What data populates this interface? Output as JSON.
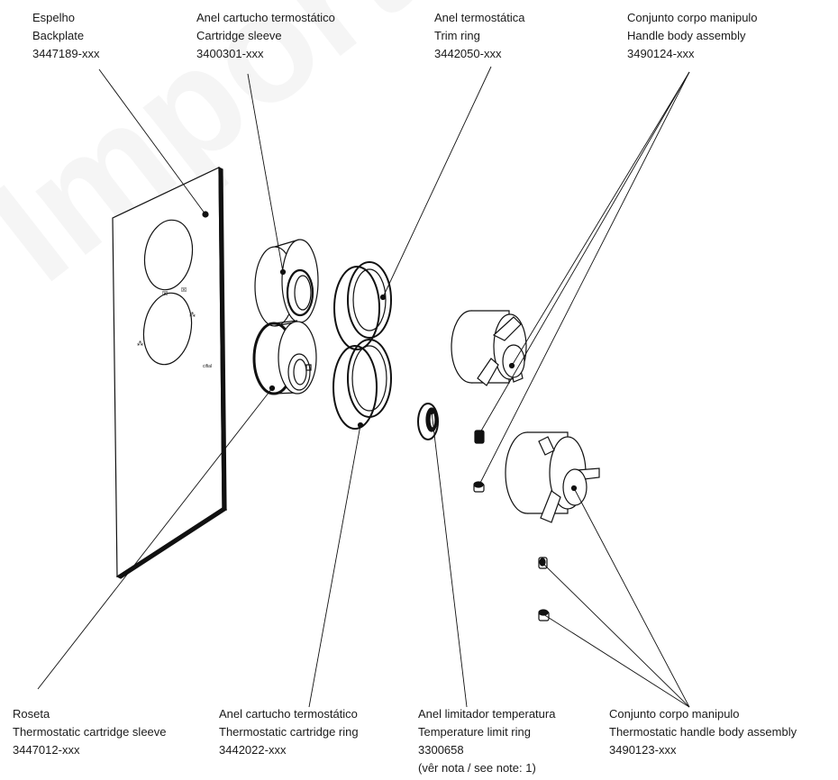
{
  "watermark": "Import",
  "labels": {
    "backplate": [
      "Espelho",
      "Backplate",
      "3447189-xxx"
    ],
    "cartridge_sleeve": [
      "Anel cartucho termostático",
      "Cartridge sleeve",
      "3400301-xxx"
    ],
    "trim_ring": [
      "Anel termostática",
      "Trim ring",
      "3442050-xxx"
    ],
    "handle_body": [
      "Conjunto corpo manipulo",
      "Handle body assembly",
      "3490124-xxx"
    ],
    "roseta": [
      "Roseta",
      "Thermostatic cartridge sleeve",
      "3447012-xxx"
    ],
    "cartridge_ring": [
      "Anel cartucho termostático",
      "Thermostatic cartridge ring",
      "3442022-xxx"
    ],
    "limit_ring": [
      "Anel limitador temperatura",
      "Temperature limit ring",
      "3300658",
      "(vêr nota / see note: 1)"
    ],
    "thermo_handle": [
      "Conjunto corpo manipulo",
      "Thermostatic handle body assembly",
      "3490123-xxx"
    ]
  },
  "colors": {
    "line": "#111111",
    "watermark": "#f2f2f2"
  }
}
